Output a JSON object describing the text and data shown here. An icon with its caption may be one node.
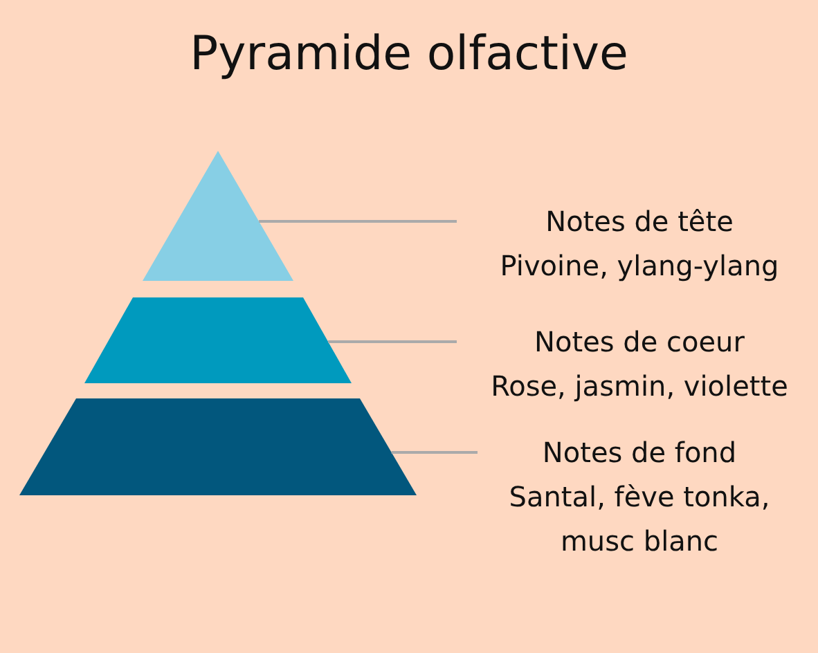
{
  "diagram": {
    "title": "Pyramide olfactive",
    "nodes": [
      {
        "text": [],
        "shape": "triangle"
      },
      {
        "text": [
          "Notes de tête",
          "Pivoine, ylang-ylang"
        ]
      },
      {
        "text": [],
        "shape": "trapezoid"
      },
      {
        "text": [
          "Notes de coeur",
          "Rose, jasmin, violette"
        ]
      },
      {
        "text": [],
        "shape": "trapezoid"
      },
      {
        "text": [
          "Notes de fond",
          "Santal, fève tonka, musc blanc"
        ]
      }
    ],
    "edges": [
      {
        "from": 1,
        "to": 0,
        "arrow": "none"
      },
      {
        "from": 3,
        "to": 2,
        "arrow": "none"
      },
      {
        "from": 5,
        "to": 4,
        "arrow": "none"
      }
    ]
  }
}
